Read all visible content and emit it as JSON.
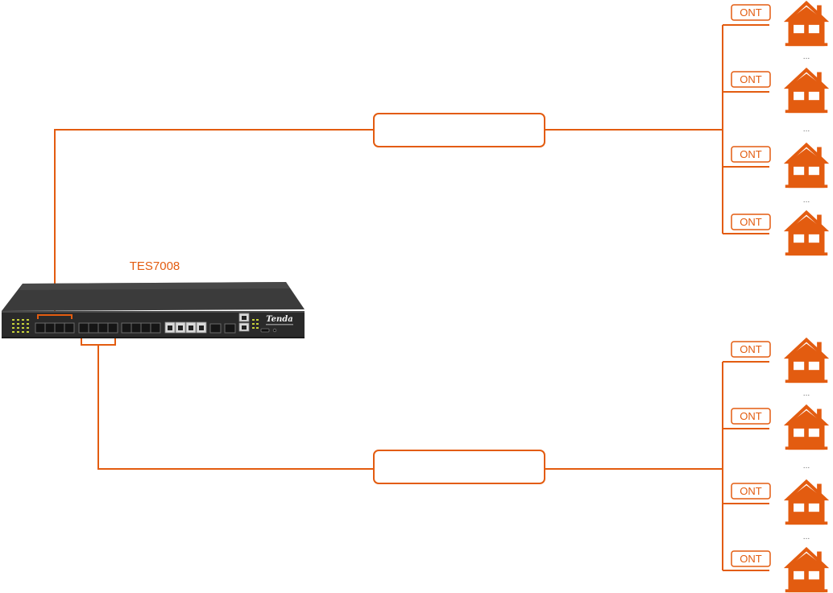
{
  "device": {
    "model": "TES7008",
    "brand": "Tenda"
  },
  "splitter_label": "",
  "ont_label": "ONT",
  "ellipsis": "...",
  "colors": {
    "accent": "#e35c10",
    "device_body": "#2c2c2c",
    "led": "#c8d23a"
  },
  "groups": [
    {
      "name": "top",
      "onts": [
        {
          "label": "ONT"
        },
        {
          "label": "ONT"
        },
        {
          "label": "ONT"
        },
        {
          "label": "ONT"
        }
      ]
    },
    {
      "name": "bottom",
      "onts": [
        {
          "label": "ONT"
        },
        {
          "label": "ONT"
        },
        {
          "label": "ONT"
        },
        {
          "label": "ONT"
        }
      ]
    }
  ]
}
